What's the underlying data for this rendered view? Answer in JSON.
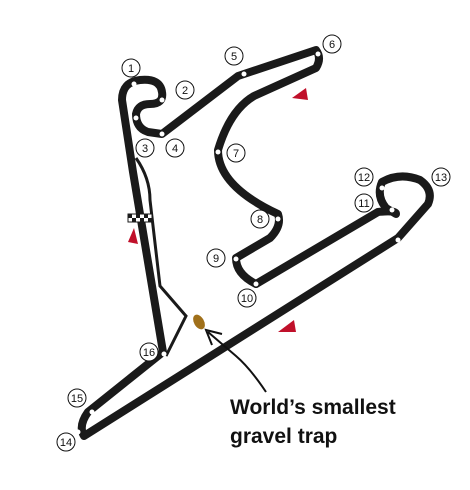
{
  "map": {
    "turns": [
      "1",
      "2",
      "3",
      "4",
      "5",
      "6",
      "7",
      "8",
      "9",
      "10",
      "11",
      "12",
      "13",
      "14",
      "15",
      "16"
    ],
    "annotation": {
      "line1": "World’s smallest",
      "line2": "gravel trap"
    }
  },
  "colors": {
    "track": "#1a1a1a",
    "sector_marker": "#c0102a",
    "gravel_trap": "#a0701a",
    "background": "#ffffff"
  },
  "icons": [
    "start-finish-checkered-icon",
    "direction-arrow-icon",
    "gravel-trap-icon"
  ]
}
